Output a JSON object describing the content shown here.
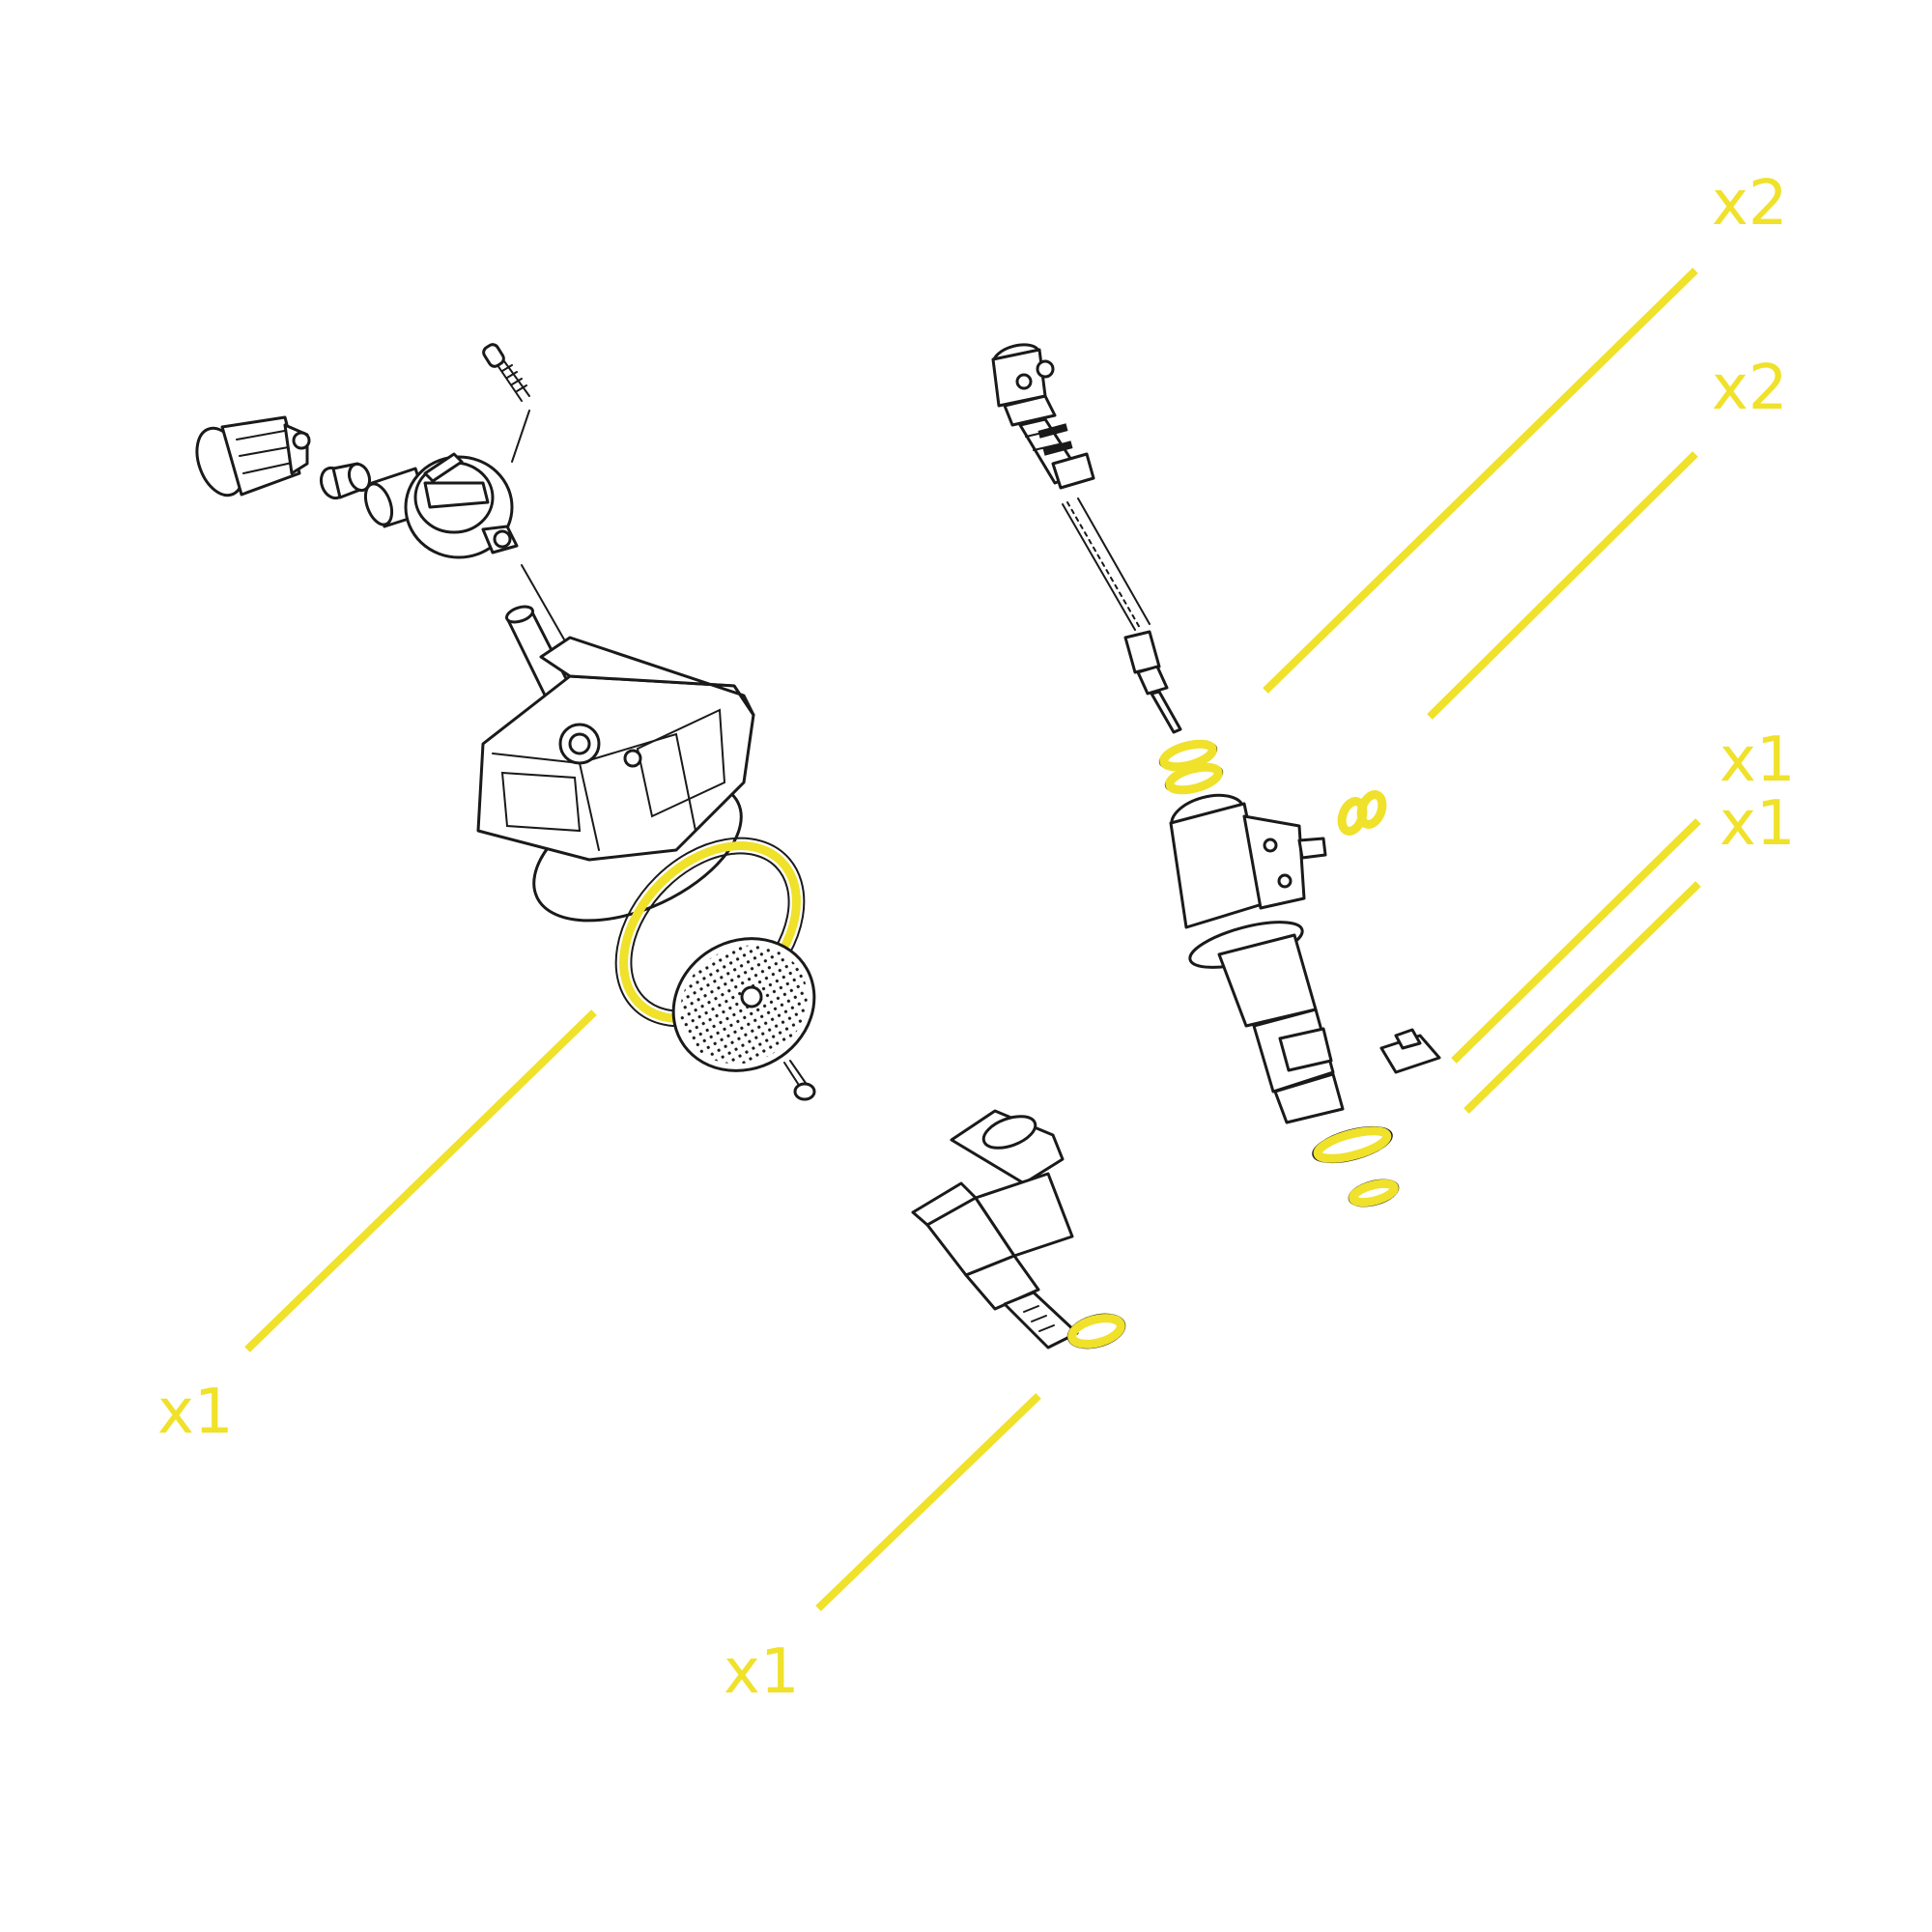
{
  "colors": {
    "highlight": "#f0e12a",
    "linework": "#1a1a1a",
    "background": "#ffffff"
  },
  "labels": {
    "top_right_1": "x2",
    "top_right_2": "x2",
    "right_mid_1": "x1",
    "right_mid_2": "x1",
    "bottom_left": "x1",
    "bottom_center": "x1"
  }
}
